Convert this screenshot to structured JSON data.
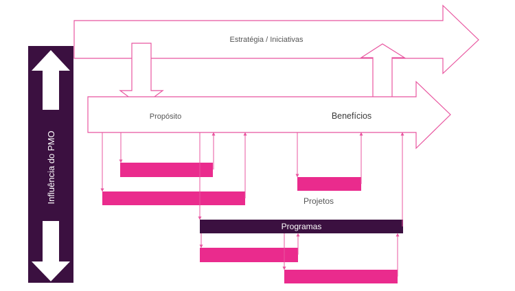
{
  "labels": {
    "strategy": "Estratégia / Iniciativas",
    "purpose": "Propósito",
    "benefits": "Benefícios",
    "projects": "Projetos",
    "programs": "Programas",
    "pmo_influence": "Influência do PMO"
  },
  "colors": {
    "outline": "#e8559f",
    "magenta": "#ea2b8d",
    "dark_purple": "#3b1040",
    "text_gray": "#555555",
    "white": "#ffffff"
  }
}
